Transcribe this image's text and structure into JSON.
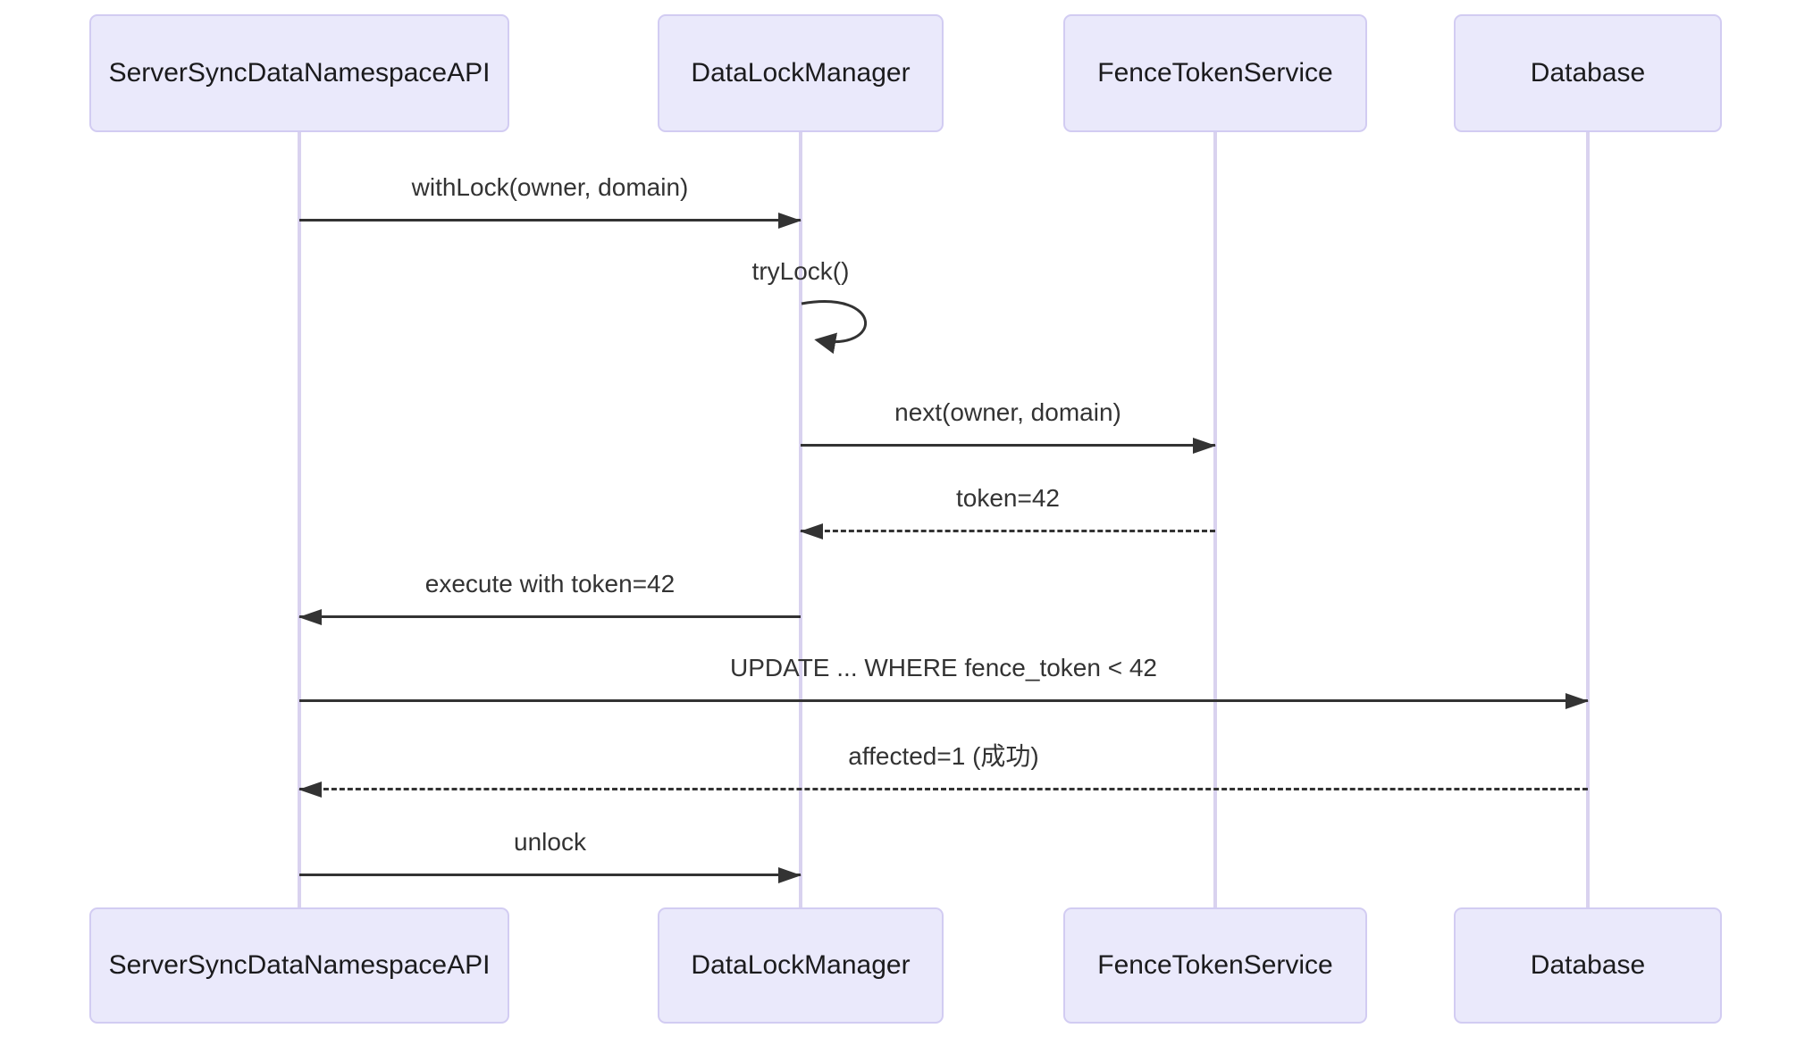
{
  "diagram": {
    "type": "sequence-diagram",
    "participants": [
      {
        "id": "api",
        "label": "ServerSyncDataNamespaceAPI"
      },
      {
        "id": "lock",
        "label": "DataLockManager"
      },
      {
        "id": "fence",
        "label": "FenceTokenService"
      },
      {
        "id": "db",
        "label": "Database"
      }
    ],
    "messages": [
      {
        "from": "ServerSyncDataNamespaceAPI",
        "to": "DataLockManager",
        "label": "withLock(owner, domain)",
        "line": "solid",
        "kind": "call"
      },
      {
        "from": "DataLockManager",
        "to": "DataLockManager",
        "label": "tryLock()",
        "line": "solid",
        "kind": "self-loop"
      },
      {
        "from": "DataLockManager",
        "to": "FenceTokenService",
        "label": "next(owner, domain)",
        "line": "solid",
        "kind": "call"
      },
      {
        "from": "FenceTokenService",
        "to": "DataLockManager",
        "label": "token=42",
        "line": "dashed",
        "kind": "return"
      },
      {
        "from": "DataLockManager",
        "to": "ServerSyncDataNamespaceAPI",
        "label": "execute with token=42",
        "line": "solid",
        "kind": "call"
      },
      {
        "from": "ServerSyncDataNamespaceAPI",
        "to": "Database",
        "label": "UPDATE ... WHERE fence_token < 42",
        "line": "solid",
        "kind": "call"
      },
      {
        "from": "Database",
        "to": "ServerSyncDataNamespaceAPI",
        "label": "affected=1 (成功)",
        "line": "dashed",
        "kind": "return"
      },
      {
        "from": "ServerSyncDataNamespaceAPI",
        "to": "DataLockManager",
        "label": "unlock",
        "line": "solid",
        "kind": "call"
      }
    ],
    "colors": {
      "background": "#ffffff",
      "actor_fill": "#eae9fb",
      "actor_border": "#d2ccf2",
      "lifeline": "#d9d2ef",
      "arrow": "#333333",
      "text": "#333333"
    }
  }
}
